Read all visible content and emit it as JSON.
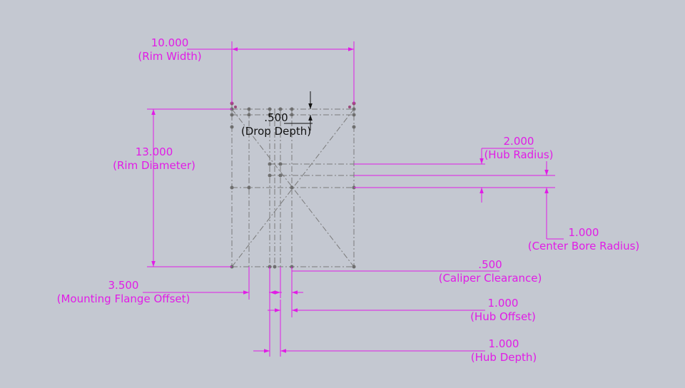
{
  "colors": {
    "background": "#c4c8d1",
    "dimension": "#e11ce6",
    "geometry": "#7a7a7a",
    "selected": "#111111"
  },
  "dimensions": {
    "rim_width": {
      "value": "10.000",
      "name": "(Rim Width)"
    },
    "rim_diameter": {
      "value": "13.000",
      "name": "(Rim Diameter)"
    },
    "drop_depth": {
      "value": ".500",
      "name": "(Drop Depth)"
    },
    "hub_radius": {
      "value": "2.000",
      "name": "(Hub Radius)"
    },
    "center_bore_radius": {
      "value": "1.000",
      "name": "(Center Bore Radius)"
    },
    "caliper_clearance": {
      "value": ".500",
      "name": "(Caliper Clearance)"
    },
    "mounting_flange_offset": {
      "value": "3.500",
      "name": "(Mounting Flange Offset)"
    },
    "hub_offset": {
      "value": "1.000",
      "name": "(Hub Offset)"
    },
    "hub_depth": {
      "value": "1.000",
      "name": "(Hub Depth)"
    }
  }
}
